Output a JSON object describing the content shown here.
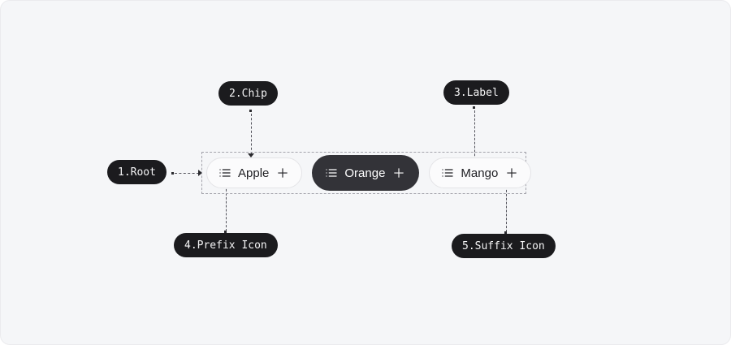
{
  "component": "chip-anatomy-diagram",
  "chipset": {
    "chips": [
      {
        "label": "Apple",
        "selected": false,
        "prefix_icon": "list-icon",
        "suffix_icon": "plus-icon"
      },
      {
        "label": "Orange",
        "selected": true,
        "prefix_icon": "list-icon",
        "suffix_icon": "plus-icon"
      },
      {
        "label": "Mango",
        "selected": false,
        "prefix_icon": "list-icon",
        "suffix_icon": "plus-icon"
      }
    ]
  },
  "annotations": [
    {
      "id": "root",
      "label": "1.Root"
    },
    {
      "id": "chip",
      "label": "2.Chip"
    },
    {
      "id": "label",
      "label": "3.Label"
    },
    {
      "id": "prefix-icon",
      "label": "4.Prefix Icon"
    },
    {
      "id": "suffix-icon",
      "label": "5.Suffix Icon"
    }
  ],
  "colors": {
    "canvas_bg": "#f5f6f8",
    "annotation_pill_bg": "#1b1b1e",
    "selected_chip_bg": "#333338",
    "chip_border": "#e4e4e7",
    "dashed_outline": "#a3a3ab",
    "connector": "#52525b"
  }
}
